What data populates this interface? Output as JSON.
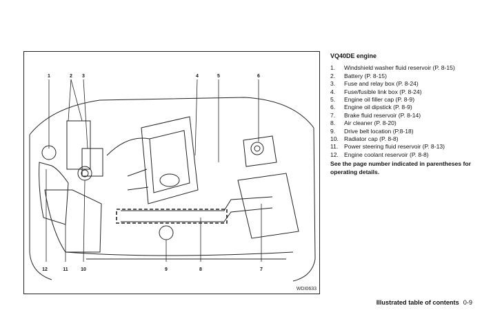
{
  "figure": {
    "code": "WDI0633",
    "top_callouts": [
      "1",
      "2",
      "3",
      "4",
      "5",
      "6"
    ],
    "bottom_callouts": [
      "12",
      "11",
      "10",
      "9",
      "8",
      "7"
    ]
  },
  "legend": {
    "title": "VQ40DE engine",
    "items": [
      {
        "num": "1.",
        "text": "Windshield washer fluid reservoir (P. 8-15)"
      },
      {
        "num": "2.",
        "text": "Battery (P. 8-15)"
      },
      {
        "num": "3.",
        "text": "Fuse and relay box (P. 8-24)"
      },
      {
        "num": "4.",
        "text": "Fuse/fusible link box (P. 8-24)"
      },
      {
        "num": "5.",
        "text": "Engine oil filler cap (P. 8-9)"
      },
      {
        "num": "6.",
        "text": "Engine oil dipstick (P. 8-9)"
      },
      {
        "num": "7.",
        "text": "Brake fluid reservoir (P. 8-14)"
      },
      {
        "num": "8.",
        "text": "Air cleaner (P. 8-20)"
      },
      {
        "num": "9.",
        "text": "Drive belt location (P.8-18)"
      },
      {
        "num": "10.",
        "text": "Radiator cap (P. 8-8)"
      },
      {
        "num": "11.",
        "text": "Power steering fluid reservoir (P. 8-13)"
      },
      {
        "num": "12.",
        "text": "Engine coolant reservoir (P. 8-8)"
      }
    ],
    "note": "See the page number indicated in parentheses for operating details."
  },
  "footer": {
    "section": "Illustrated table of contents",
    "page": "0-9"
  }
}
